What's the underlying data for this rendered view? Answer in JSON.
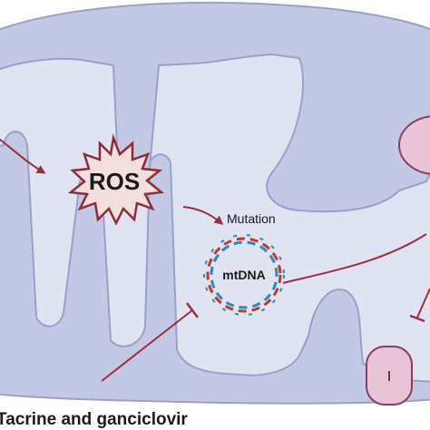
{
  "labels": {
    "ros": "ROS",
    "mutation": "Mutation",
    "mtdna": "mtDNA",
    "drug": "Tacrine and ganciclovir",
    "complex": "I"
  },
  "colors": {
    "outer_membrane": "#c3c9e4",
    "outer_membrane_stroke": "#9aa0c7",
    "matrix": "#dfe3f2",
    "ros_fill": "#f5dede",
    "ros_stroke": "#8f2b39",
    "arrow": "#9b2f3f",
    "dna_red": "#c0392b",
    "dna_blue": "#2e86c1",
    "complex_fill": "#e8c4d6",
    "complex_stroke": "#8a3d5f"
  },
  "icons": {
    "ros_burst": "starburst-icon",
    "dna_ring": "dna-helix-ring-icon",
    "complex": "membrane-complex-icon"
  }
}
